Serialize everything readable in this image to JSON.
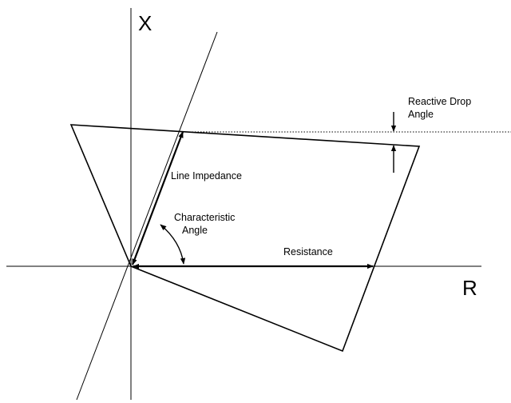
{
  "axes": {
    "x_label": "X",
    "r_label": "R"
  },
  "labels": {
    "reactive_drop_line1": "Reactive Drop",
    "reactive_drop_line2": "Angle",
    "line_impedance": "Line Impedance",
    "characteristic_line1": "Characteristic",
    "characteristic_line2": "Angle",
    "resistance": "Resistance"
  }
}
